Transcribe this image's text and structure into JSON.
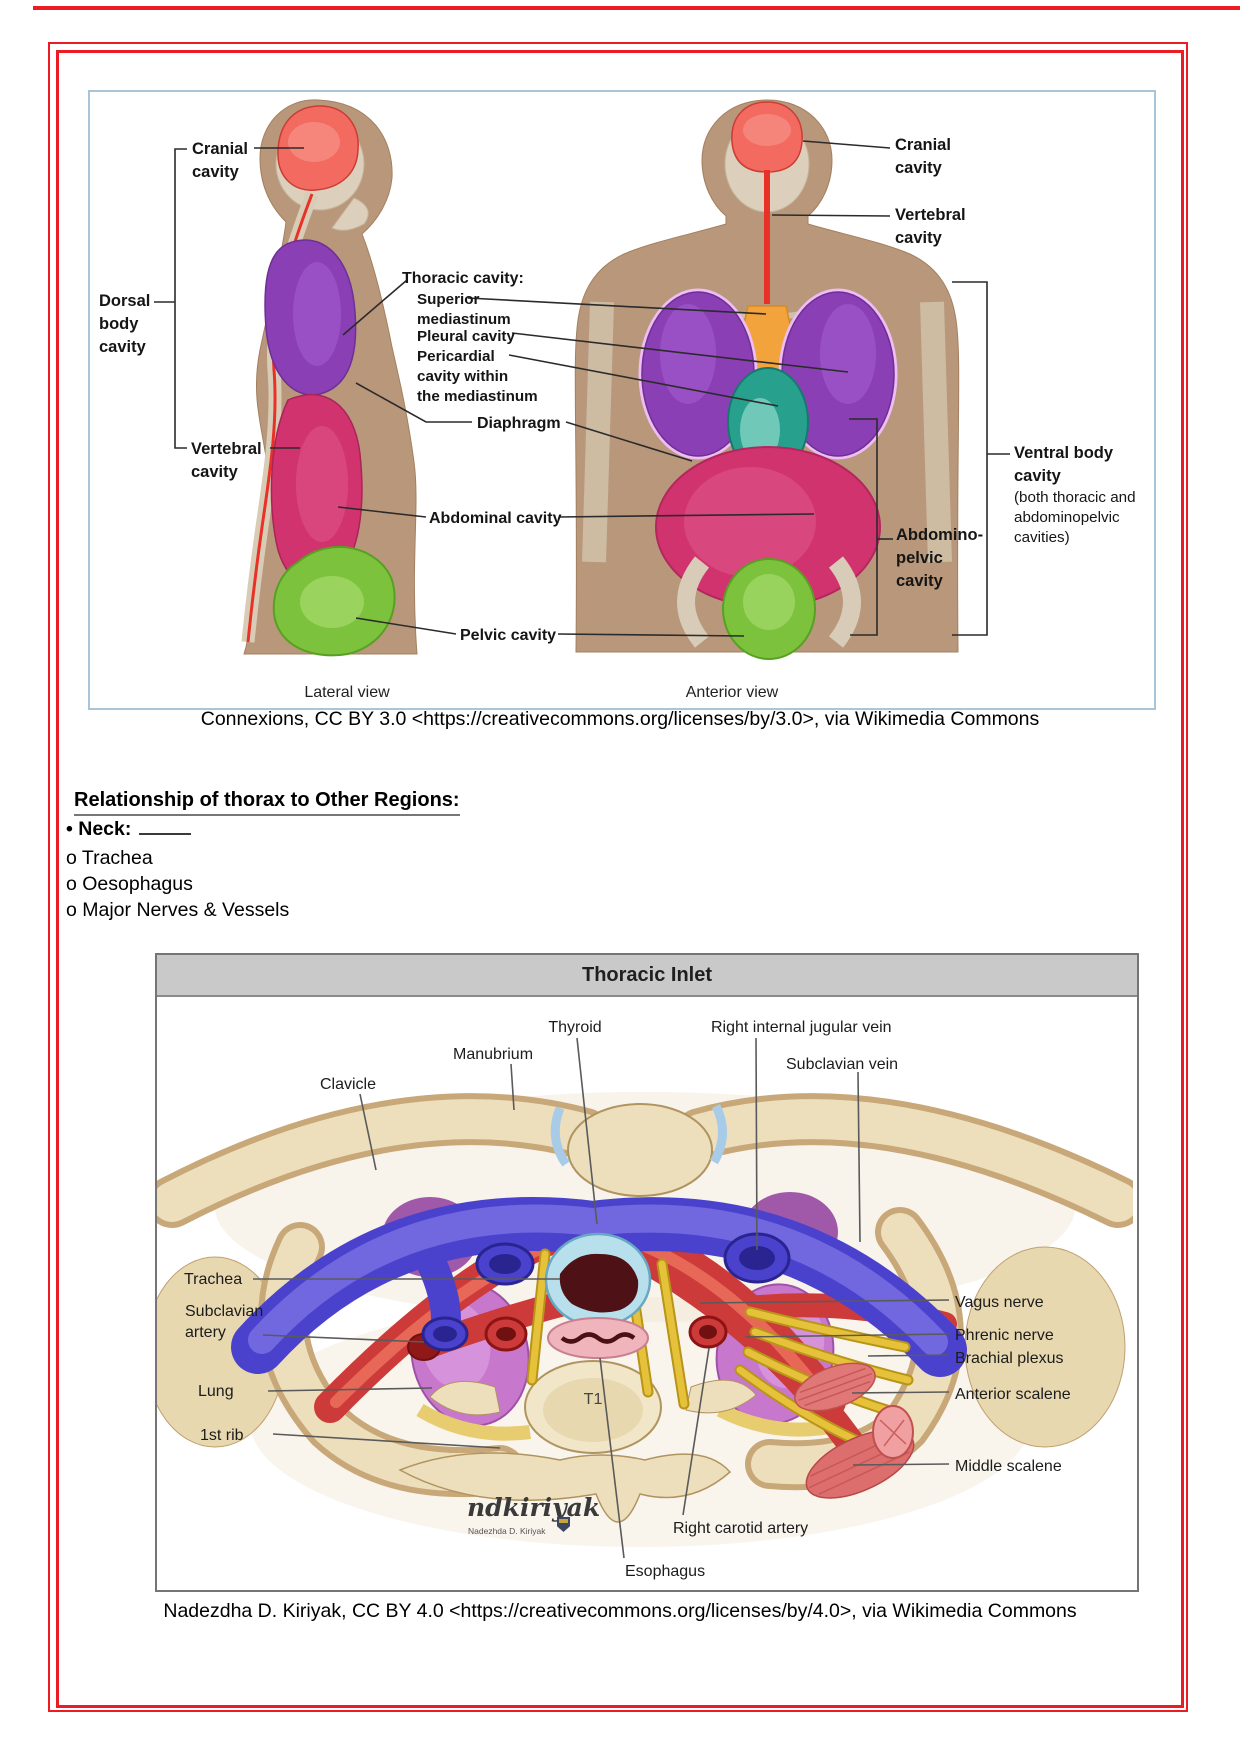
{
  "colors": {
    "frame_red": "#ec1c24",
    "figure1_border": "#aac4d8",
    "figure2_border": "#757575",
    "figure2_titlebar": "#c9c9c9"
  },
  "figure1": {
    "labels": {
      "dorsal": "Dorsal\nbody\ncavity",
      "cranial_left": "Cranial\ncavity",
      "vertebral_left": "Vertebral\ncavity",
      "thoracic": "Thoracic cavity:",
      "superior_mediastinum": "Superior\nmediastinum",
      "pleural": "Pleural cavity",
      "pericardial": "Pericardial\ncavity within\nthe mediastinum",
      "diaphragm": "Diaphragm",
      "abdominal": "Abdominal cavity",
      "pelvic": "Pelvic cavity",
      "cranial_right": "Cranial\ncavity",
      "vertebral_right": "Vertebral\ncavity",
      "ventral_main": "Ventral body\ncavity",
      "ventral_sub": "(both thoracic and\nabdominopelvic\ncavities)",
      "abdominopelvic": "Abdomino-\npelvic\ncavity",
      "lateral_view": "Lateral view",
      "anterior_view": "Anterior view"
    },
    "caption": "Connexions, CC BY 3.0 <https://creativecommons.org/licenses/by/3.0>, via Wikimedia Commons"
  },
  "section": {
    "heading": "Relationship of thorax to Other Regions:",
    "bullet": "• Neck:",
    "items": [
      "o Trachea",
      "o Oesophagus",
      "o Major Nerves & Vessels"
    ]
  },
  "figure2": {
    "title": "Thoracic Inlet",
    "labels": {
      "thyroid": "Thyroid",
      "right_internal_jugular_vein": "Right internal jugular vein",
      "manubrium": "Manubrium",
      "subclavian_vein": "Subclavian vein",
      "clavicle": "Clavicle",
      "trachea": "Trachea",
      "subclavian_artery": "Subclavian\nartery",
      "lung": "Lung",
      "first_rib": "1st rib",
      "vagus": "Vagus nerve",
      "phrenic": "Phrenic nerve",
      "brachial_plexus": "Brachial plexus",
      "anterior_scalene": "Anterior scalene",
      "middle_scalene": "Middle scalene",
      "right_carotid": "Right carotid artery",
      "esophagus": "Esophagus",
      "t1": "T1"
    },
    "signature": {
      "script": "ndkiriyak",
      "name": "Nadezhda D. Kiriyak"
    },
    "caption": "Nadezdha D. Kiriyak, CC BY 4.0 <https://creativecommons.org/licenses/by/4.0>, via Wikimedia Commons"
  }
}
